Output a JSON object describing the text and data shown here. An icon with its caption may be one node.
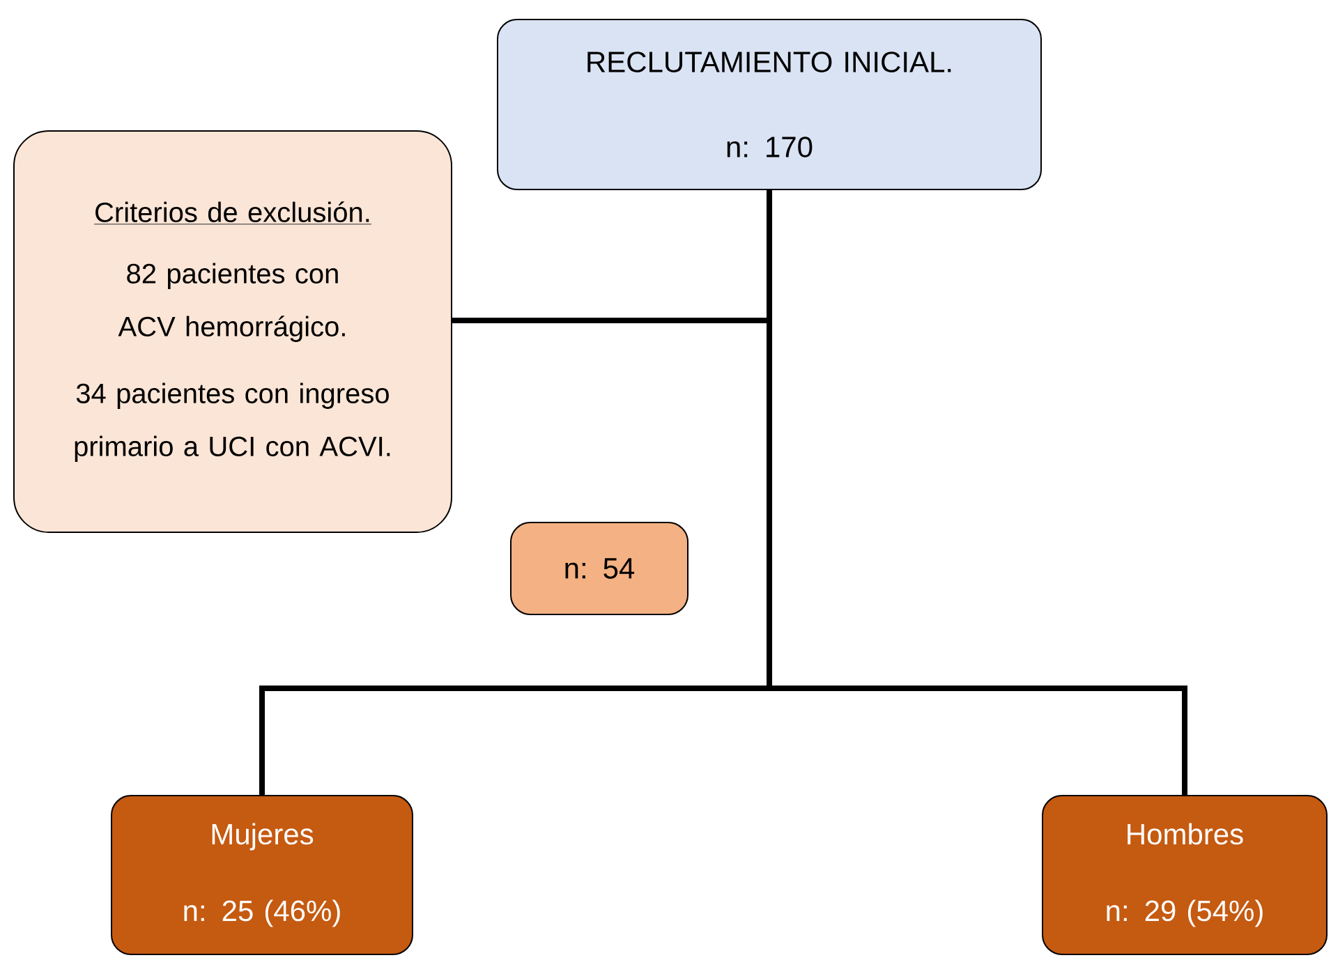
{
  "diagram": {
    "nodes": [
      {
        "text": [
          "RECLUTAMIENTO INICIAL.",
          "n: 170"
        ]
      },
      {
        "text": [
          "Criterios de exclusión.",
          "82 pacientes con ACV hemorrágico.",
          "34 pacientes con ingreso primario a UCI con ACVI."
        ]
      },
      {
        "text": [
          "n: 54"
        ]
      },
      {
        "text": [
          "Mujeres",
          "n: 25 (46%)"
        ]
      },
      {
        "text": [
          "Hombres",
          "n: 29 (54%)"
        ]
      }
    ],
    "edges": [
      {
        "from": 0,
        "to": 1,
        "arrow": "none"
      },
      {
        "from": 0,
        "to": 3,
        "arrow": "none"
      },
      {
        "from": 0,
        "to": 4,
        "arrow": "none"
      }
    ]
  }
}
